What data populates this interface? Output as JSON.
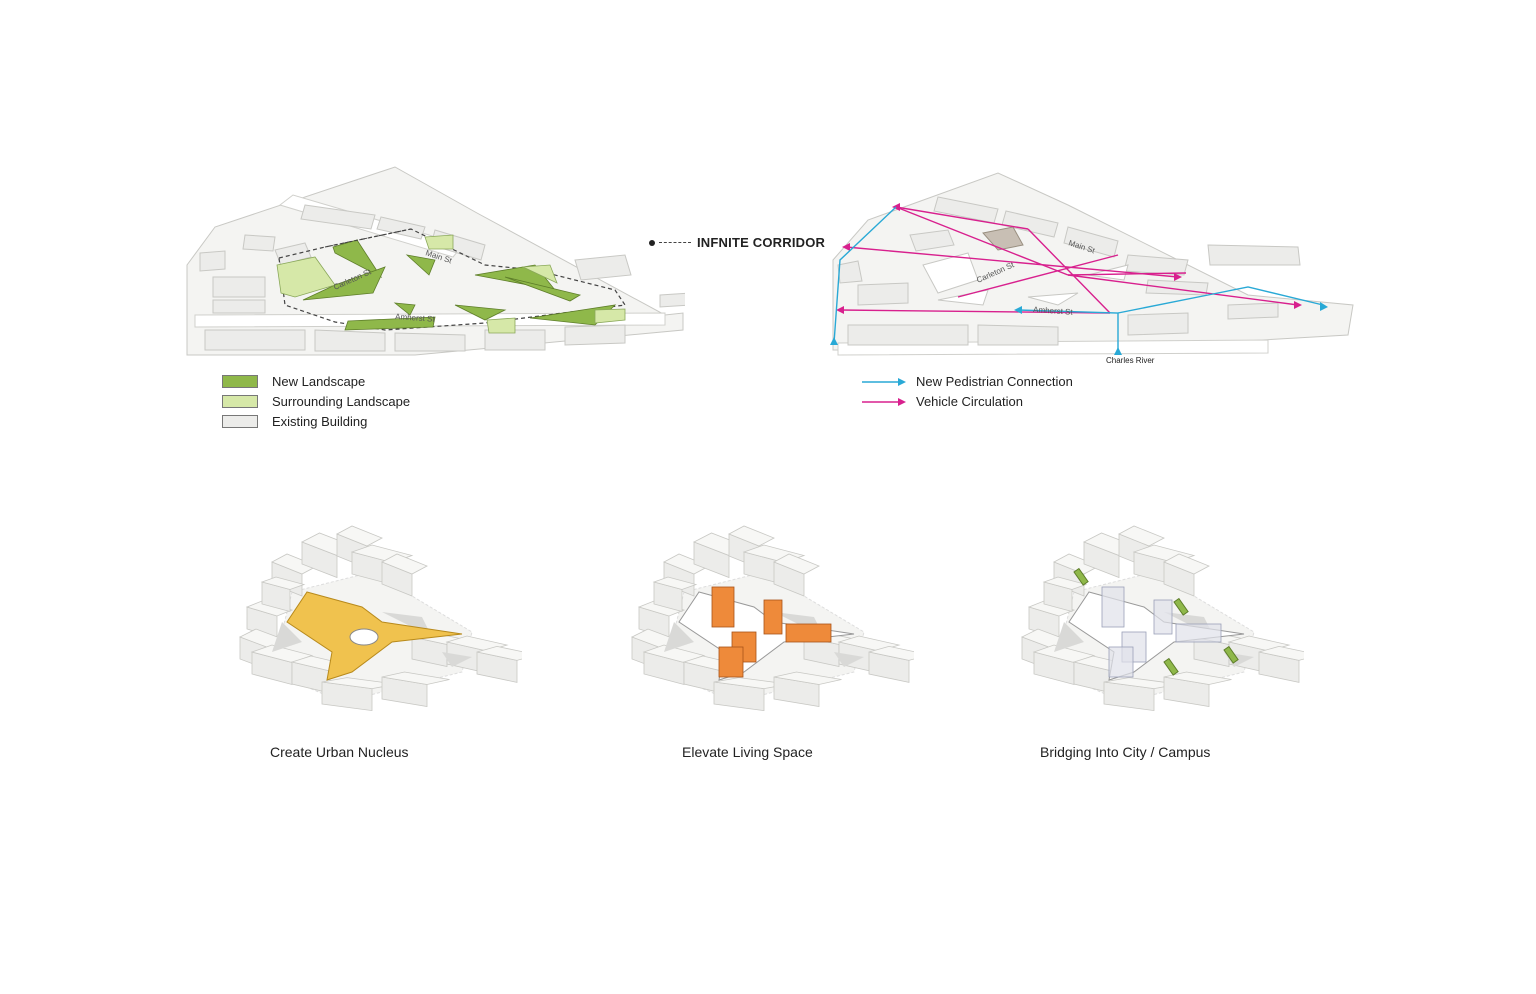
{
  "corridor_label": "INFNITE CORRIDOR",
  "map_left": {
    "streets": {
      "main": "Main St",
      "carleton": "Carleton St",
      "amherst": "Amherst St"
    },
    "legend": [
      {
        "label": "New Landscape",
        "color": "#8fb84a"
      },
      {
        "label": "Surrounding Landscape",
        "color": "#d6e8a8"
      },
      {
        "label": "Existing Building",
        "color": "#ececea"
      }
    ]
  },
  "map_right": {
    "streets": {
      "main": "Main St",
      "carleton": "Carleton St",
      "amherst": "Amherst St"
    },
    "river": "Charles River",
    "legend": [
      {
        "label": "New Pedistrian Connection",
        "color": "#29a9d6"
      },
      {
        "label": "Vehicle Circulation",
        "color": "#d8208e"
      }
    ]
  },
  "diagrams": [
    {
      "caption": "Create Urban Nucleus",
      "accent": "#f0c24e"
    },
    {
      "caption": "Elevate Living Space",
      "accent": "#ee8a3a"
    },
    {
      "caption": "Bridging Into City / Campus",
      "accent": "#9aa0b8"
    }
  ],
  "colors": {
    "building_fill": "#ececea",
    "building_stroke": "#c8c8c4",
    "landscape_dark": "#8fb84a",
    "landscape_light": "#d6e8a8",
    "ground": "#f4f4f2",
    "shadow": "#d9d9d7"
  }
}
